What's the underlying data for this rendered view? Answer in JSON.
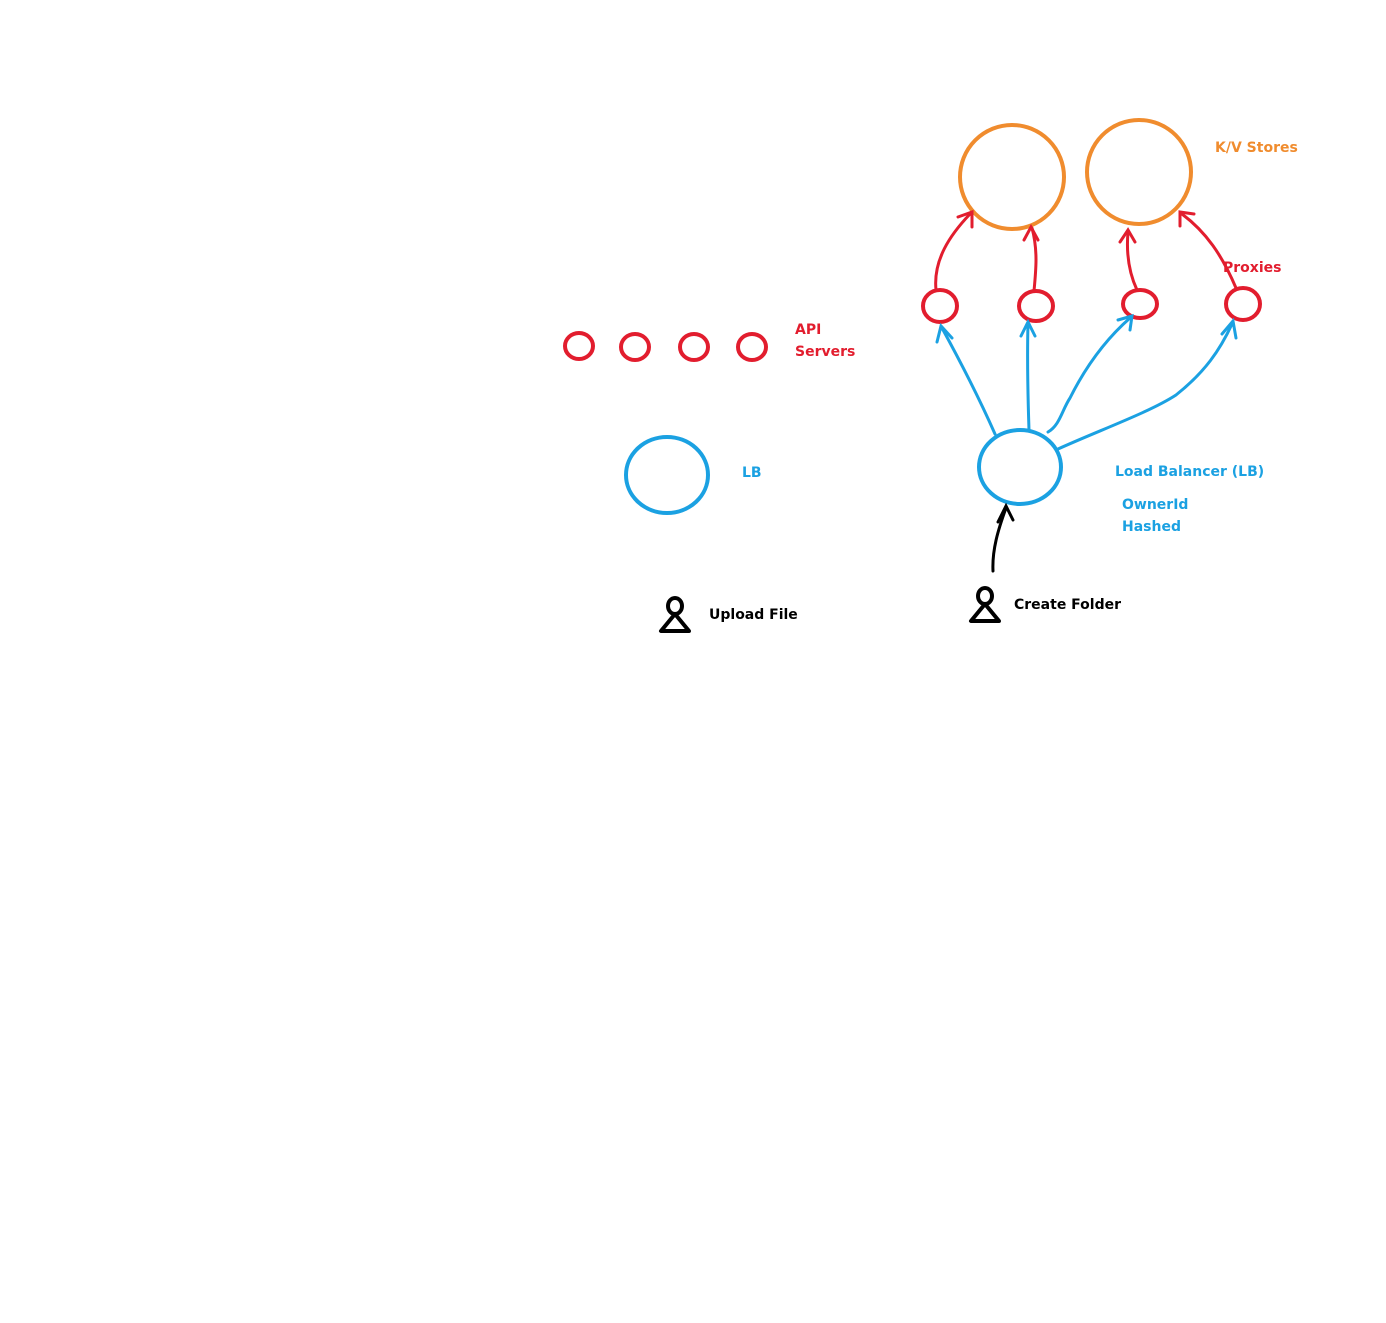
{
  "colors": {
    "red": "#e21d2e",
    "blue": "#1ba1e2",
    "orange": "#f08c2e",
    "black": "#000000",
    "background": "#ffffff"
  },
  "labels": {
    "kv_stores": "K/V Stores",
    "proxies": "Proxies",
    "api_line1": "API",
    "api_line2": "Servers",
    "lb_left": "LB",
    "load_balancer": "Load Balancer (LB)",
    "ownerid_line1": "OwnerId",
    "ownerid_line2": "Hashed",
    "upload_file": "Upload File",
    "create_folder": "Create Folder"
  },
  "icons": {
    "user": "person-icon"
  }
}
